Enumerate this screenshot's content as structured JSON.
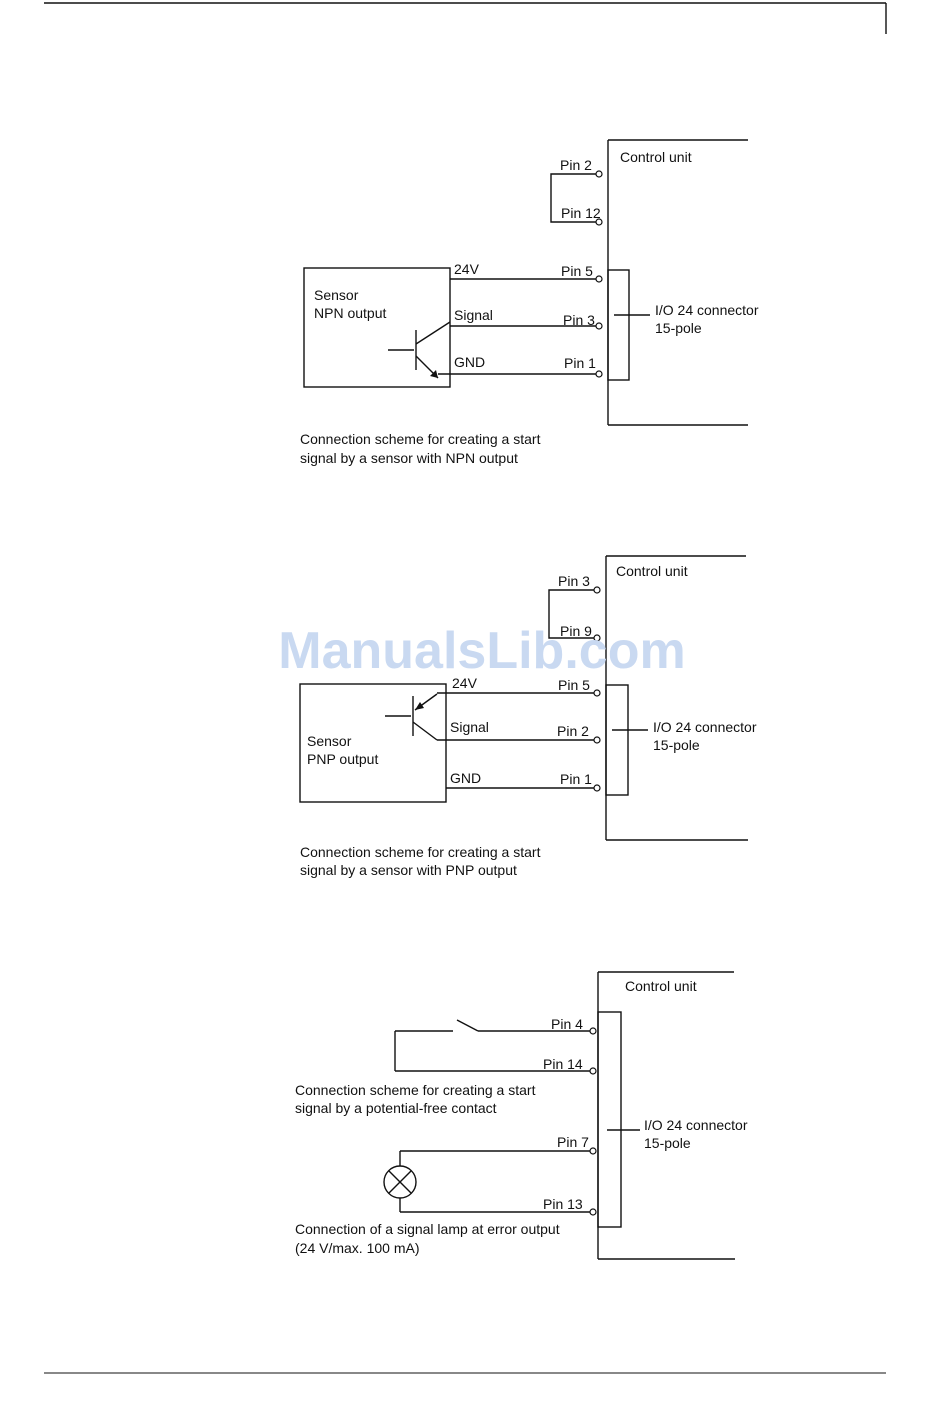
{
  "watermark": "ManualsLib.com",
  "diagrams": {
    "npn": {
      "control_unit": "Control unit",
      "jumper_pins": [
        "Pin 2",
        "Pin 12"
      ],
      "sensor_lines": [
        "Sensor",
        "NPN output"
      ],
      "wires": [
        {
          "label": "24V",
          "pin": "Pin 5"
        },
        {
          "label": "Signal",
          "pin": "Pin 3"
        },
        {
          "label": "GND",
          "pin": "Pin 1"
        }
      ],
      "connector_lines": [
        "I/O 24 connector",
        "15-pole"
      ],
      "caption_lines": [
        "Connection scheme for creating a start",
        "signal by a sensor with NPN output"
      ]
    },
    "pnp": {
      "control_unit": "Control unit",
      "jumper_pins": [
        "Pin 3",
        "Pin 9"
      ],
      "sensor_lines": [
        "Sensor",
        "PNP output"
      ],
      "wires": [
        {
          "label": "24V",
          "pin": "Pin 5"
        },
        {
          "label": "Signal",
          "pin": "Pin 2"
        },
        {
          "label": "GND",
          "pin": "Pin 1"
        }
      ],
      "connector_lines": [
        "I/O 24 connector",
        "15-pole"
      ],
      "caption_lines": [
        "Connection scheme for creating a start",
        "signal by a sensor with PNP output"
      ]
    },
    "contact": {
      "control_unit": "Control unit",
      "contact_pins": [
        "Pin 4",
        "Pin 14"
      ],
      "contact_caption_lines": [
        "Connection scheme for creating a start",
        "signal by a potential-free contact"
      ],
      "lamp_pins": [
        "Pin 7",
        "Pin 13"
      ],
      "connector_lines": [
        "I/O 24 connector",
        "15-pole"
      ],
      "lamp_caption_lines": [
        "Connection of a signal lamp at error output",
        "(24 V/max.  100 mA)"
      ]
    }
  }
}
